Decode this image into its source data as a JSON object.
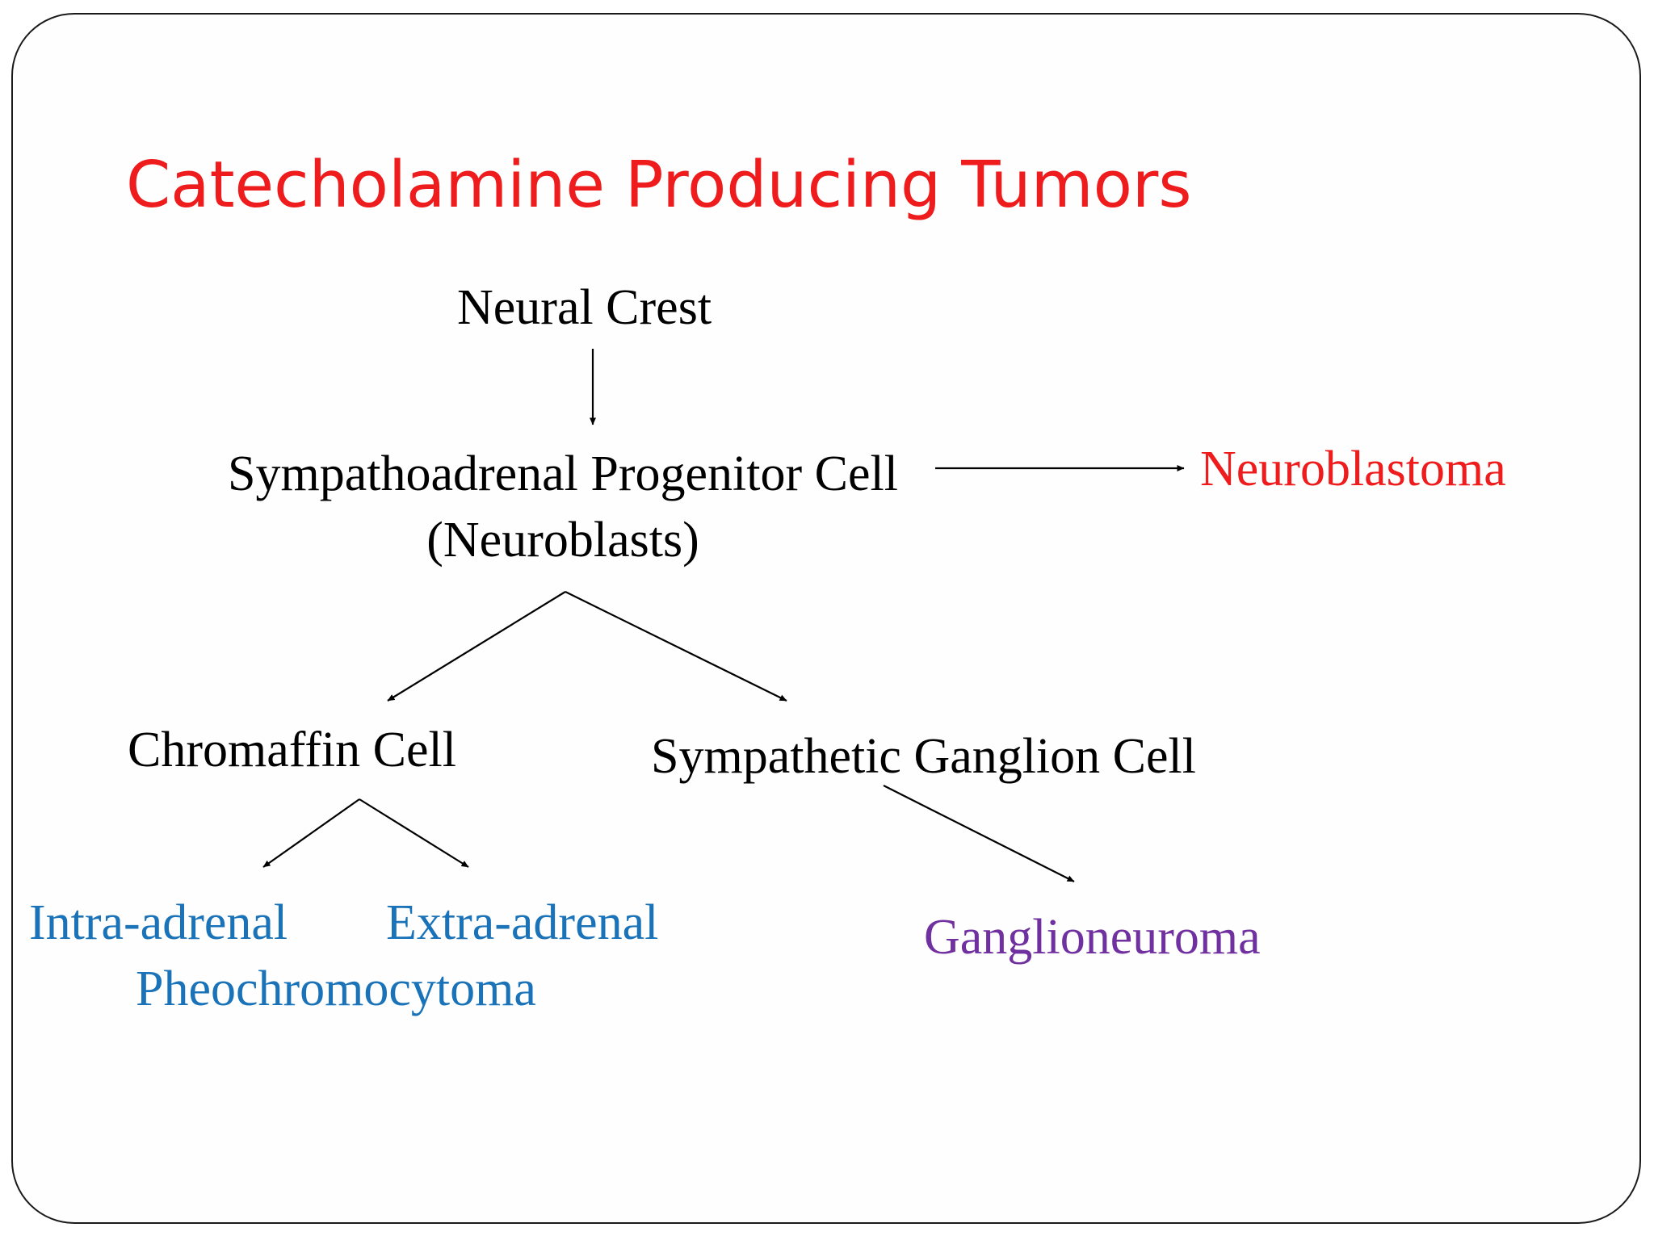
{
  "slide": {
    "title": "Catecholamine Producing Tumors",
    "title_color": "#ee1c1c"
  },
  "colors": {
    "default_text": "#000000",
    "arrow": "#000000",
    "malignant": "#ee1c1c",
    "pheochromocytoma": "#1a73b8",
    "ganglioneuroma": "#7030a0"
  },
  "diagram": {
    "nodes": {
      "neural_crest": "Neural Crest",
      "progenitor_line1": "Sympathoadrenal Progenitor Cell",
      "progenitor_line2": "(Neuroblasts)",
      "neuroblastoma": "Neuroblastoma",
      "chromaffin": "Chromaffin Cell",
      "ganglion": "Sympathetic Ganglion Cell",
      "intra_adrenal": "Intra-adrenal",
      "extra_adrenal": "Extra-adrenal",
      "pheochromocytoma": "Pheochromocytoma",
      "ganglioneuroma": "Ganglioneuroma"
    },
    "edges": [
      {
        "from": "neural_crest",
        "to": "progenitor"
      },
      {
        "from": "progenitor",
        "to": "neuroblastoma"
      },
      {
        "from": "progenitor",
        "to": "chromaffin"
      },
      {
        "from": "progenitor",
        "to": "ganglion"
      },
      {
        "from": "chromaffin",
        "to": "intra_adrenal"
      },
      {
        "from": "chromaffin",
        "to": "extra_adrenal"
      },
      {
        "from": "ganglion",
        "to": "ganglioneuroma"
      }
    ]
  }
}
